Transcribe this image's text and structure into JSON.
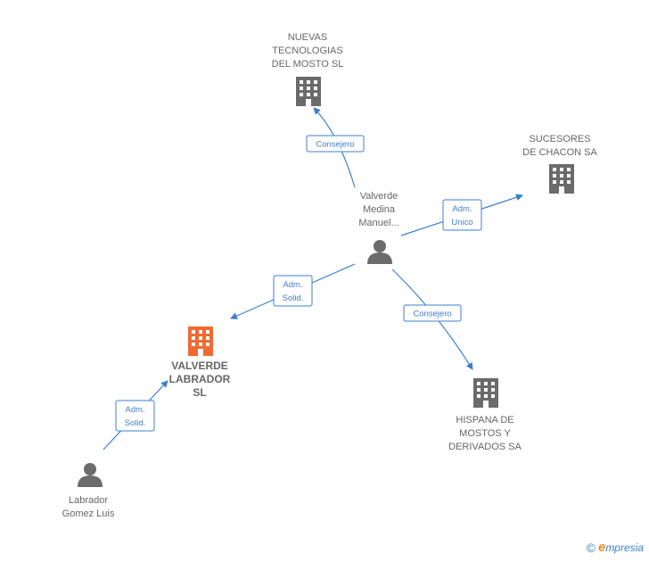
{
  "nodes": {
    "nuevas": {
      "lines": [
        "NUEVAS",
        "TECNOLOGIAS",
        "DEL MOSTO SL"
      ]
    },
    "sucesores": {
      "lines": [
        "SUCESORES",
        "DE CHACON SA"
      ]
    },
    "valverde_person": {
      "lines": [
        "Valverde",
        "Medina",
        "Manuel..."
      ]
    },
    "valverde_labrador": {
      "lines": [
        "VALVERDE",
        "LABRADOR",
        "SL"
      ]
    },
    "hispana": {
      "lines": [
        "HISPANA DE",
        "MOSTOS Y",
        "DERIVADOS SA"
      ]
    },
    "labrador": {
      "lines": [
        "Labrador",
        "Gomez Luis"
      ]
    }
  },
  "edges": {
    "consejero_top": {
      "lines": [
        "Consejero"
      ]
    },
    "adm_unico": {
      "lines": [
        "Adm.",
        "Unico"
      ]
    },
    "adm_solid_mid": {
      "lines": [
        "Adm.",
        "Solid."
      ]
    },
    "consejero_bottom": {
      "lines": [
        "Consejero"
      ]
    },
    "adm_solid_low": {
      "lines": [
        "Adm.",
        "Solid."
      ]
    }
  },
  "colors": {
    "edge": "#3b7fd0",
    "node": "#6b6b6b",
    "highlight": "#f26a32"
  },
  "footer": {
    "copyright": "©",
    "brand_initial": "e",
    "brand_rest": "mpresia"
  }
}
